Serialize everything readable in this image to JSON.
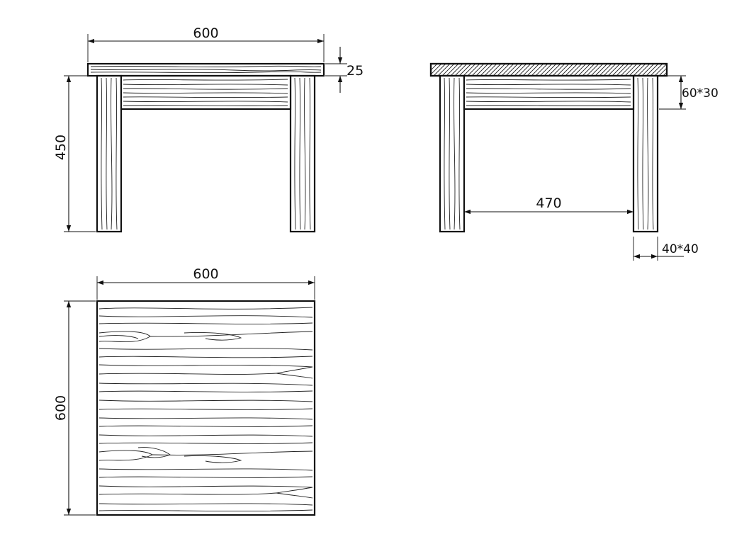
{
  "front_view": {
    "width_label": "600",
    "top_thickness_label": "25",
    "height_label": "450"
  },
  "side_view": {
    "apron_label": "60*30",
    "inner_span_label": "470",
    "leg_label": "40*40"
  },
  "top_view": {
    "width_label": "600",
    "depth_label": "600"
  },
  "colors": {
    "line": "#111111",
    "background": "#ffffff"
  }
}
